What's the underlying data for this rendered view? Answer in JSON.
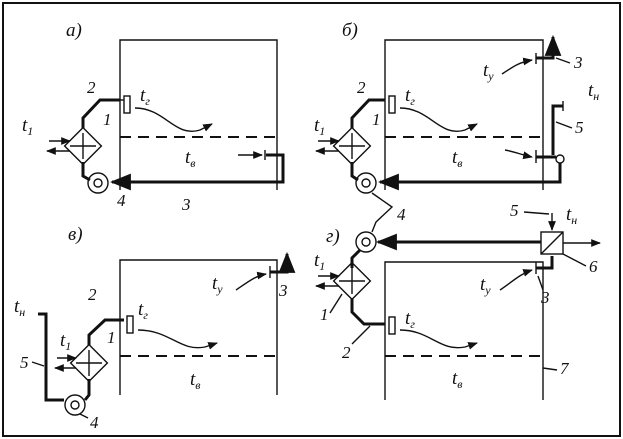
{
  "panels": {
    "a": {
      "letter": "а)"
    },
    "b": {
      "letter": "б)"
    },
    "v": {
      "letter": "в)"
    },
    "g": {
      "letter": "г)"
    }
  },
  "symbols": {
    "t1_base": "t",
    "t1_sub": "1",
    "tg_base": "t",
    "tg_sub": "г",
    "tv_base": "t",
    "tv_sub": "в",
    "tu_base": "t",
    "tu_sub": "у",
    "tn_base": "t",
    "tn_sub": "н"
  },
  "numbers": {
    "n1": "1",
    "n2": "2",
    "n3": "3",
    "n4": "4",
    "n5": "5",
    "n6": "6",
    "n7": "7"
  }
}
